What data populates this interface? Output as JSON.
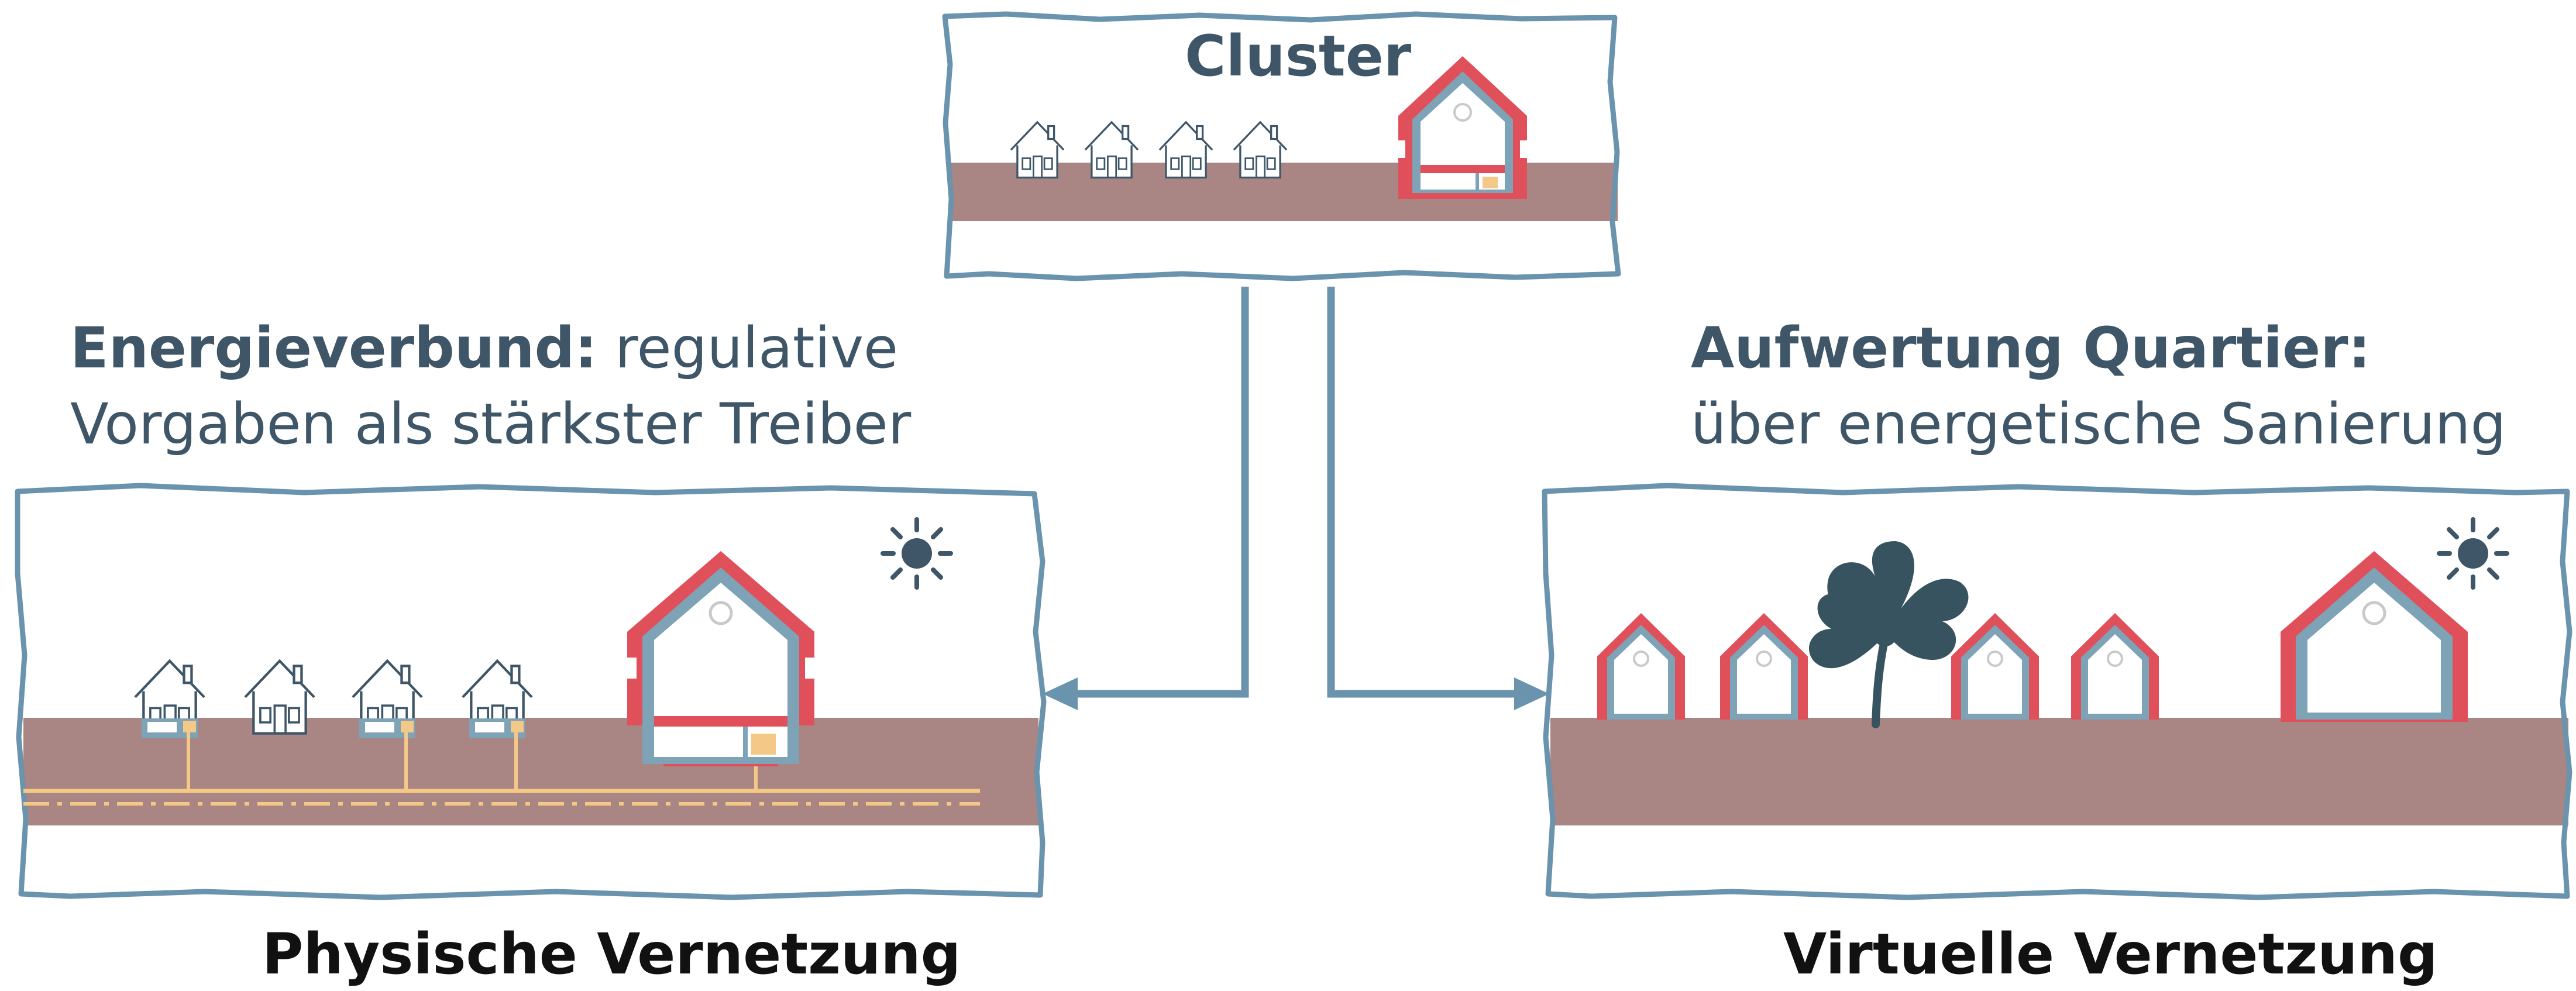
{
  "colors": {
    "frame": "#6a93ad",
    "ground": "#a98583",
    "insulation": "#e0505a",
    "house_outline": "#3e5667",
    "cable": "#f4c886",
    "clover": "#36535f",
    "text": "#3e5667",
    "bottom_text": "#111111"
  },
  "cluster": {
    "title": "Cluster"
  },
  "left_panel": {
    "heading_bold": "Energieverbund:",
    "heading_rest_1": " regulative",
    "heading_line_2": "Vorgaben als stärkster Treiber",
    "caption": "Physische Vernetzung"
  },
  "right_panel": {
    "heading_bold": "Aufwertung Quartier:",
    "heading_line_2": "über energetische Sanierung",
    "caption": "Virtuelle Vernetzung"
  },
  "icons": [
    "house-outline-icon",
    "insulated-house-icon",
    "sun-icon",
    "clover-icon",
    "arrow-icon"
  ]
}
